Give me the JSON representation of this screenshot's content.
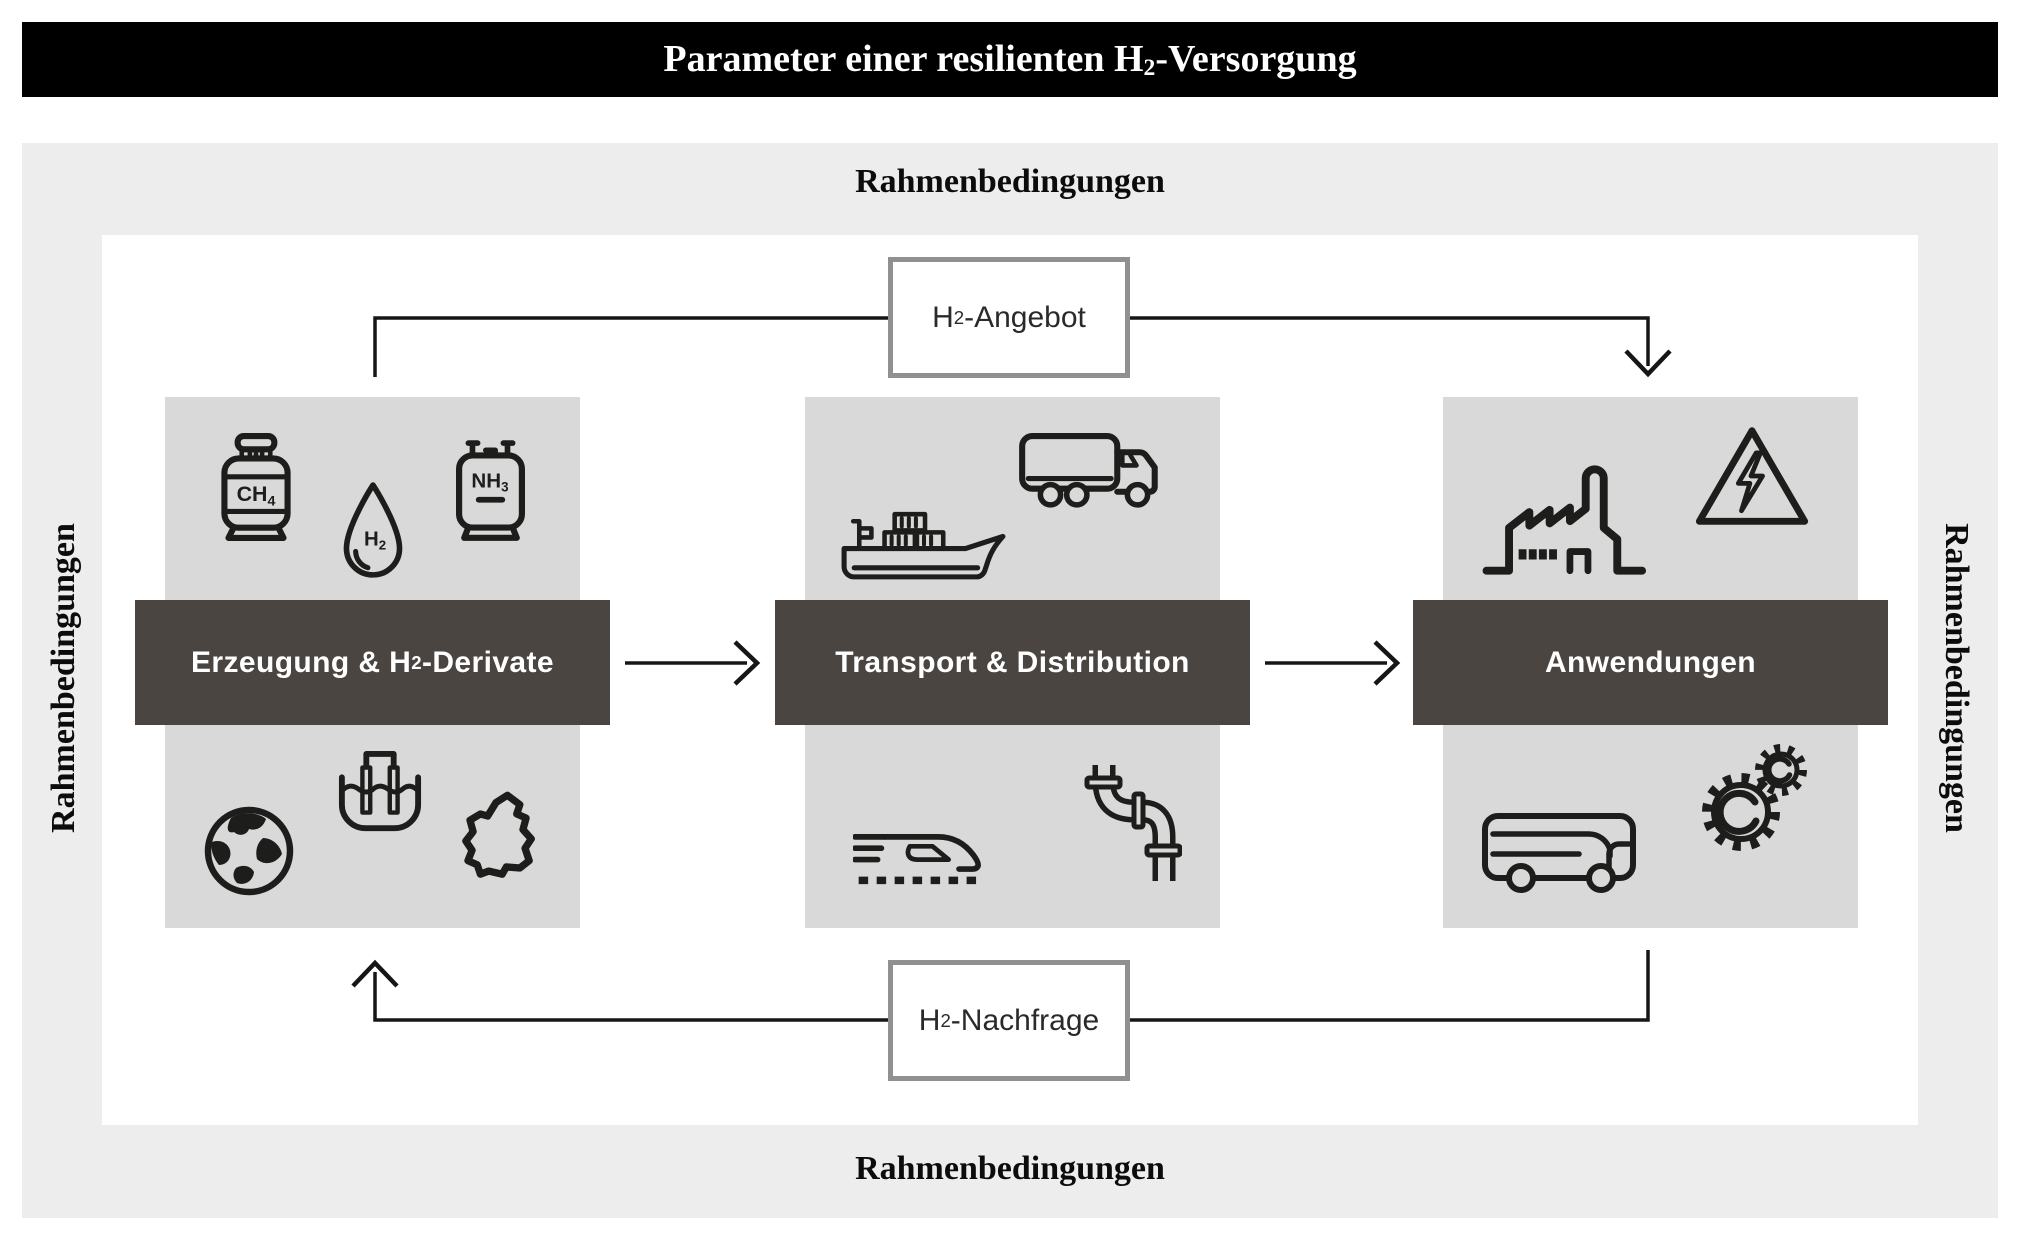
{
  "title": {
    "pre": "Parameter einer resilienten H",
    "sub": "2",
    "post": "-Versorgung"
  },
  "frame_labels": {
    "top": "Rahmenbedingungen",
    "bottom": "Rahmenbedingungen",
    "left": "Rahmenbedingungen",
    "right": "Rahmenbedingungen"
  },
  "flow": {
    "supply_box": {
      "pre": "H",
      "sub": "2",
      "post": "-Angebot"
    },
    "demand_box": {
      "pre": "H",
      "sub": "2",
      "post": "-Nachfrage"
    }
  },
  "stages": [
    {
      "label": {
        "pre": "Erzeugung & H",
        "sub": "2",
        "post": "-Derivate"
      },
      "icons_top": [
        "ch4-cylinder-icon",
        "h2-droplet-icon",
        "nh3-cylinder-icon"
      ],
      "icons_bottom": [
        "globe-icon",
        "electrolysis-icon",
        "baden-wuerttemberg-map-icon"
      ]
    },
    {
      "label": {
        "pre": "Transport & Distribution",
        "sub": "",
        "post": ""
      },
      "icons_top": [
        "container-ship-icon",
        "truck-icon"
      ],
      "icons_bottom": [
        "train-icon",
        "pipeline-icon"
      ]
    },
    {
      "label": {
        "pre": "Anwendungen",
        "sub": "",
        "post": ""
      },
      "icons_top": [
        "factory-icon",
        "electricity-hazard-icon"
      ],
      "icons_bottom": [
        "bus-icon",
        "gears-icon"
      ]
    }
  ],
  "icon_texts": {
    "ch4": {
      "main": "CH",
      "sub": "4"
    },
    "h2": {
      "main": "H",
      "sub": "2"
    },
    "nh3": {
      "main": "NH",
      "sub": "3"
    }
  },
  "colors": {
    "header_bg": "#000000",
    "frame_bg": "#ededed",
    "box_bg": "#d9d9d9",
    "banner_bg": "#4a4541",
    "loop_border": "#909090",
    "line": "#161616",
    "icon_stroke": "#1d1d1b"
  }
}
